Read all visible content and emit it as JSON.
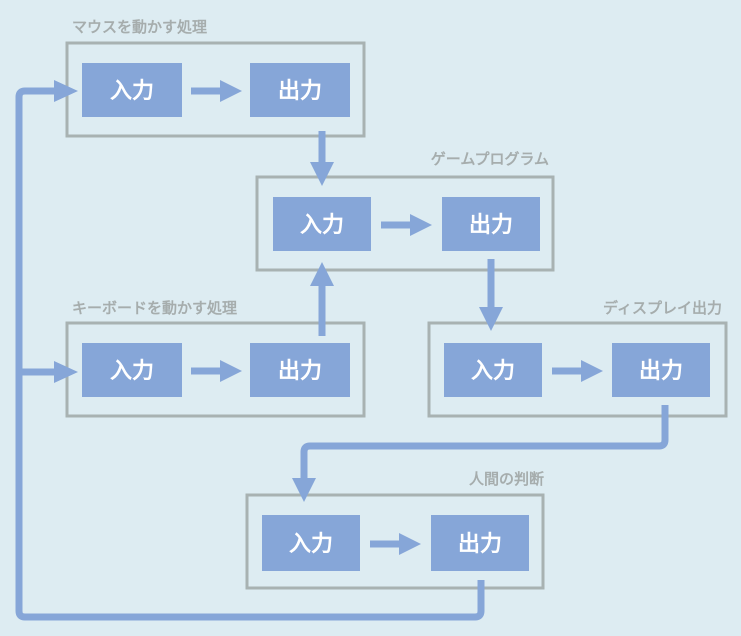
{
  "groups": {
    "mouse": {
      "title": "マウスを動かす処理",
      "input": "入力",
      "output": "出力"
    },
    "game": {
      "title": "ゲームプログラム",
      "input": "入力",
      "output": "出力"
    },
    "keyboard": {
      "title": "キーボードを動かす処理",
      "input": "入力",
      "output": "出力"
    },
    "display": {
      "title": "ディスプレイ出力",
      "input": "入力",
      "output": "出力"
    },
    "human": {
      "title": "人間の判断",
      "input": "入力",
      "output": "出力"
    }
  },
  "colors": {
    "background": "#ddecf2",
    "node": "#86a6d8",
    "frame": "#a8b2b2",
    "title": "#a6adad",
    "arrow": "#86a6d8"
  }
}
